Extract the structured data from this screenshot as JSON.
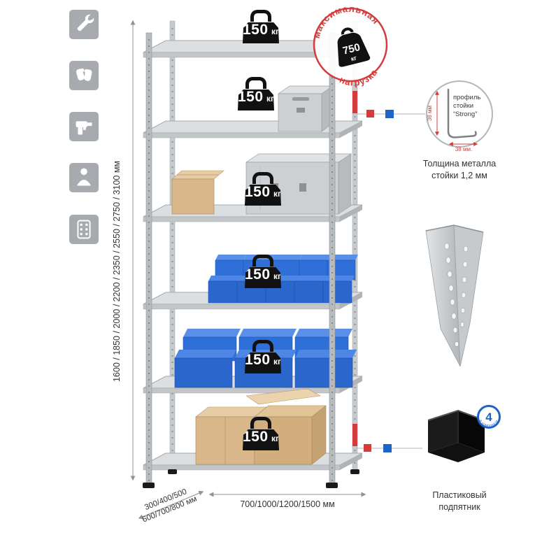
{
  "palette": {
    "accent_red": "#d43c3c",
    "accent_blue": "#1e63c8",
    "icon_grey": "#a7abaf",
    "metal_grey": "#c6cacd",
    "text": "#303336"
  },
  "left_toolbar": {
    "icons": [
      {
        "name": "wrench"
      },
      {
        "name": "gloves"
      },
      {
        "name": "drill"
      },
      {
        "name": "person"
      },
      {
        "name": "profile-holes"
      }
    ]
  },
  "dimensions": {
    "height": "1600 / 1850 / 2000 / 2200 / 2350 / 2550 / 2750 / 3100 мм",
    "depth_line1": "300/400/500",
    "depth_line2": "600/700/800 мм",
    "width": "700/1000/1200/1500 мм"
  },
  "rack": {
    "shelves": [
      {
        "value": "150",
        "unit": "кг"
      },
      {
        "value": "150",
        "unit": "кг"
      },
      {
        "value": "150",
        "unit": "кг"
      },
      {
        "value": "150",
        "unit": "кг"
      },
      {
        "value": "150",
        "unit": "кг"
      },
      {
        "value": "150",
        "unit": "кг"
      }
    ]
  },
  "max_load_stamp": {
    "arc_top": "максимальная",
    "arc_bottom": "нагрузка",
    "value": "750",
    "unit": "кг"
  },
  "profile_detail": {
    "label_line1": "профиль",
    "label_line2": "стойки",
    "label_line3": "“Strong”",
    "dim_vertical": "38 мм",
    "dim_horizontal": "38 мм.",
    "caption_line1": "Толщина металла",
    "caption_line2": "стойки 1,2 мм"
  },
  "foot_detail": {
    "badge_value": "4",
    "badge_arc": "в комплекте",
    "caption_line1": "Пластиковый",
    "caption_line2": "подпятник"
  }
}
